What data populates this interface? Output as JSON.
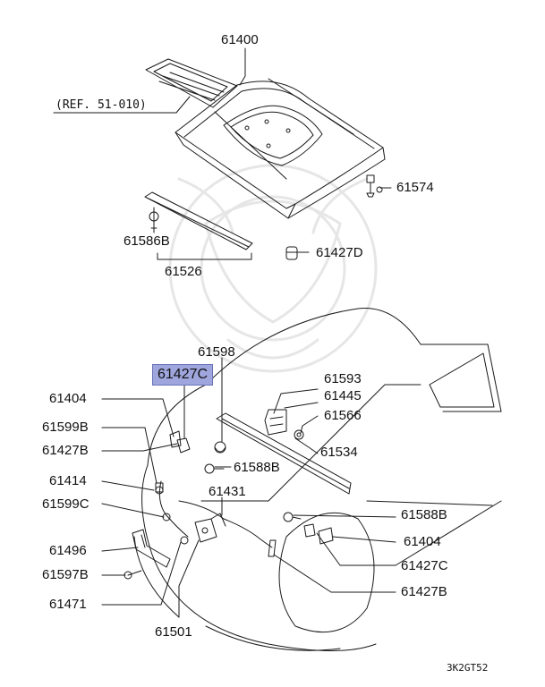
{
  "diagram": {
    "reference_label": "(REF. 51-010)",
    "diagram_code": "3K2GT52",
    "highlighted_part": "61427C",
    "parts": {
      "p61400": "61400",
      "p61574": "61574",
      "p61586B": "61586B",
      "p61526": "61526",
      "p61427D": "61427D",
      "p61598": "61598",
      "p61427C_top": "61427C",
      "p61404_left": "61404",
      "p61599B": "61599B",
      "p61427B_left": "61427B",
      "p61414": "61414",
      "p61599C": "61599C",
      "p61496": "61496",
      "p61597B": "61597B",
      "p61471": "61471",
      "p61501": "61501",
      "p61431": "61431",
      "p61588B_mid": "61588B",
      "p61593": "61593",
      "p61445": "61445",
      "p61566": "61566",
      "p61534": "61534",
      "p61588B_right": "61588B",
      "p61404_right": "61404",
      "p61427C_right": "61427C",
      "p61427B_right": "61427B"
    },
    "colors": {
      "line": "#1a1a1a",
      "highlight": "#9fa6dd",
      "watermark": "#e6e6e6"
    }
  }
}
